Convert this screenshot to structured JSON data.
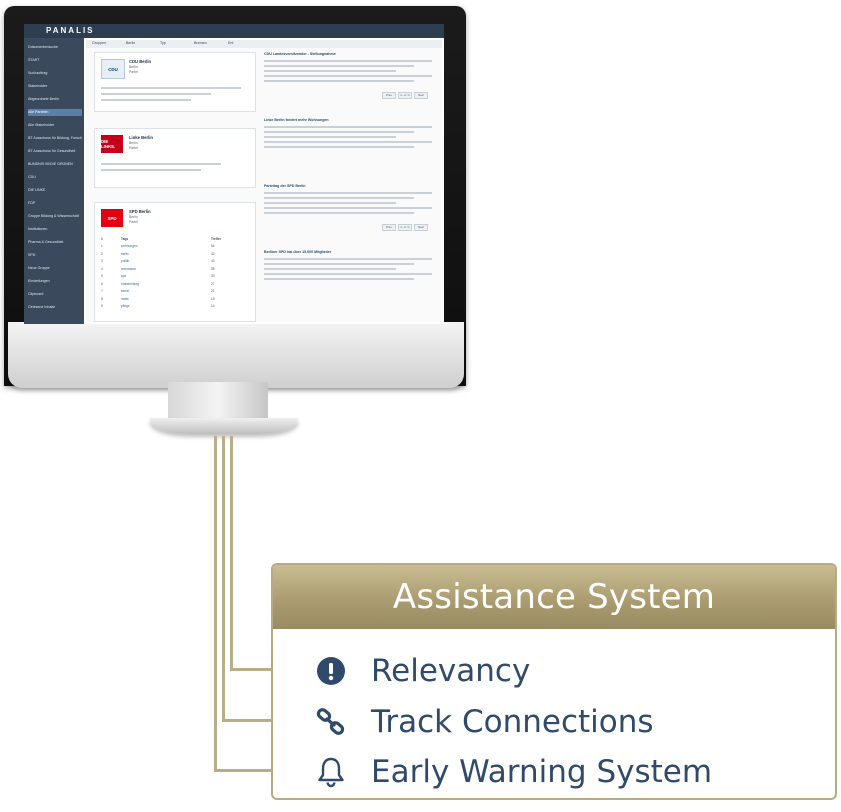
{
  "app": {
    "logo": "PANALIS",
    "sidebar": [
      {
        "label": "Dokumentensuche",
        "active": false
      },
      {
        "label": "START",
        "active": false
      },
      {
        "label": "Suchauftrag",
        "active": false
      },
      {
        "label": "Stakeholder",
        "active": false
      },
      {
        "label": "Abgeordnete Berlin",
        "active": false
      },
      {
        "label": "Alle Parteien",
        "active": true
      },
      {
        "label": "Alle Stakeholder",
        "active": false
      },
      {
        "label": "BT Ausschuss für Bildung, Forschung und Tfk.",
        "active": false
      },
      {
        "label": "BT Ausschuss für Gesundheit",
        "active": false
      },
      {
        "label": "BUNDNIS 90/DIE GRÜNEN",
        "active": false
      },
      {
        "label": "CDU",
        "active": false
      },
      {
        "label": "DIE LINKE",
        "active": false
      },
      {
        "label": "FDP",
        "active": false
      },
      {
        "label": "Gruppe Bildung & Wissenschaft",
        "active": false
      },
      {
        "label": "Institutionen",
        "active": false
      },
      {
        "label": "Pharma & Gesundheit",
        "active": false
      },
      {
        "label": "SPD",
        "active": false
      },
      {
        "label": "Neue Gruppe",
        "active": false
      },
      {
        "label": "Einstellungen",
        "active": false
      },
      {
        "label": "Clipboard",
        "active": false
      },
      {
        "label": "Gelesene Inhalte",
        "active": false
      }
    ],
    "toolbar": [
      "Gruppen",
      "Berlin",
      "Typ",
      "Bremen",
      "Ent"
    ],
    "entities": [
      {
        "logo": "CDU",
        "name": "CDU Berlin",
        "sub1": "Berlin",
        "sub2": "Partei"
      },
      {
        "logo": "DIE LINKE.",
        "name": "Linke Berlin",
        "sub1": "Berlin",
        "sub2": "Partei"
      },
      {
        "logo": "SPD",
        "name": "SPD Berlin",
        "sub1": "Berlin",
        "sub2": "Partei"
      }
    ],
    "table_header": [
      "#",
      "Tags",
      "Treffer"
    ],
    "table_rows": [
      [
        "1",
        "wohnungen",
        "54"
      ],
      [
        "2",
        "berlin",
        "42"
      ],
      [
        "3",
        "politik",
        "40"
      ],
      [
        "4",
        "wohnraum",
        "38"
      ],
      [
        "5",
        "spd",
        "33"
      ],
      [
        "6",
        "brandenburg",
        "27"
      ],
      [
        "7",
        "senat",
        "21"
      ],
      [
        "8",
        "miete",
        "19"
      ],
      [
        "9",
        "pflege",
        "14"
      ]
    ],
    "news": [
      "CDU Landesvorsitzender - Stellungnahme",
      "Linke Berlin fordert mehr Wohnungen",
      "Parteitag der SPD Berlin",
      "Berliner SPD hat über 15.000 Mitglieder"
    ],
    "pager": [
      "Prev",
      "1 - 2 / 1",
      "Next"
    ]
  },
  "panel": {
    "title": "Assistance System",
    "features": [
      {
        "label": "Relevancy",
        "icon": "exclamation-circle-icon"
      },
      {
        "label": "Track Connections",
        "icon": "chain-link-icon"
      },
      {
        "label": "Early Warning System",
        "icon": "bell-icon"
      }
    ]
  },
  "colors": {
    "panel_gold": "#a89a6e",
    "connector_gold": "#b9ae8a",
    "label_blue": "#2f4a6a"
  }
}
